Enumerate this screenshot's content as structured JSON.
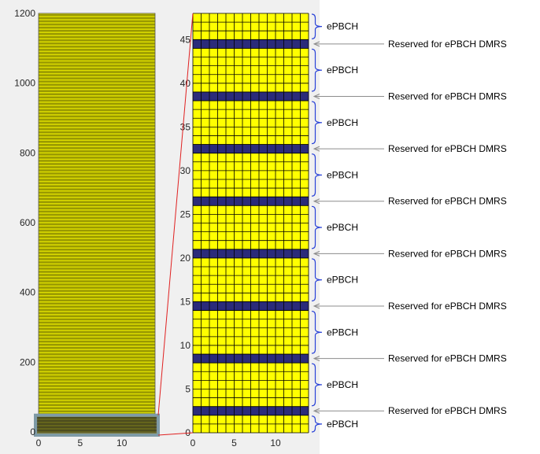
{
  "chart_data": [
    {
      "type": "heatmap",
      "panel": "full-grid",
      "grid_columns": 14,
      "grid_rows": 1200,
      "xlim": [
        0,
        14
      ],
      "ylim": [
        0,
        1200
      ],
      "xticks": [
        0,
        5,
        10
      ],
      "yticks": [
        0,
        200,
        400,
        600,
        800,
        1000,
        1200
      ],
      "highlight_region": {
        "x": [
          0,
          14
        ],
        "y": [
          0,
          48
        ]
      },
      "grid": true
    },
    {
      "type": "heatmap",
      "panel": "zoomed-grid",
      "grid_columns": 14,
      "grid_rows": 48,
      "xlim": [
        0,
        14
      ],
      "ylim": [
        0,
        48
      ],
      "xticks": [
        0,
        5,
        10
      ],
      "yticks": [
        0,
        5,
        10,
        15,
        20,
        25,
        30,
        35,
        40,
        45
      ],
      "dmrs_rows": [
        2,
        8,
        14,
        20,
        26,
        32,
        38,
        44
      ],
      "segments": [
        {
          "label": "ePBCH",
          "rows": [
            0,
            2
          ]
        },
        {
          "label": "Reserved for ePBCH DMRS",
          "rows": [
            2,
            3
          ]
        },
        {
          "label": "ePBCH",
          "rows": [
            3,
            8
          ]
        },
        {
          "label": "Reserved for ePBCH DMRS",
          "rows": [
            8,
            9
          ]
        },
        {
          "label": "ePBCH",
          "rows": [
            9,
            14
          ]
        },
        {
          "label": "Reserved for ePBCH DMRS",
          "rows": [
            14,
            15
          ]
        },
        {
          "label": "ePBCH",
          "rows": [
            15,
            20
          ]
        },
        {
          "label": "Reserved for ePBCH DMRS",
          "rows": [
            20,
            21
          ]
        },
        {
          "label": "ePBCH",
          "rows": [
            21,
            26
          ]
        },
        {
          "label": "Reserved for ePBCH DMRS",
          "rows": [
            26,
            27
          ]
        },
        {
          "label": "ePBCH",
          "rows": [
            27,
            32
          ]
        },
        {
          "label": "Reserved for ePBCH DMRS",
          "rows": [
            32,
            33
          ]
        },
        {
          "label": "ePBCH",
          "rows": [
            33,
            38
          ]
        },
        {
          "label": "Reserved for ePBCH DMRS",
          "rows": [
            38,
            39
          ]
        },
        {
          "label": "ePBCH",
          "rows": [
            39,
            44
          ]
        },
        {
          "label": "Reserved for ePBCH DMRS",
          "rows": [
            44,
            45
          ]
        },
        {
          "label": "ePBCH",
          "rows": [
            45,
            48
          ]
        }
      ]
    }
  ],
  "colors": {
    "cell": "#ffff00",
    "dmrs": "#2b2b7a",
    "grid_line": "#000000",
    "brace": "#2a43d8",
    "pointer": "#8c8c8c",
    "zoom_line": "#e02020",
    "highlight_fill": "#6a6a20",
    "highlight_border": "#7e9aa6",
    "axes_background": "#f0f0f0"
  }
}
